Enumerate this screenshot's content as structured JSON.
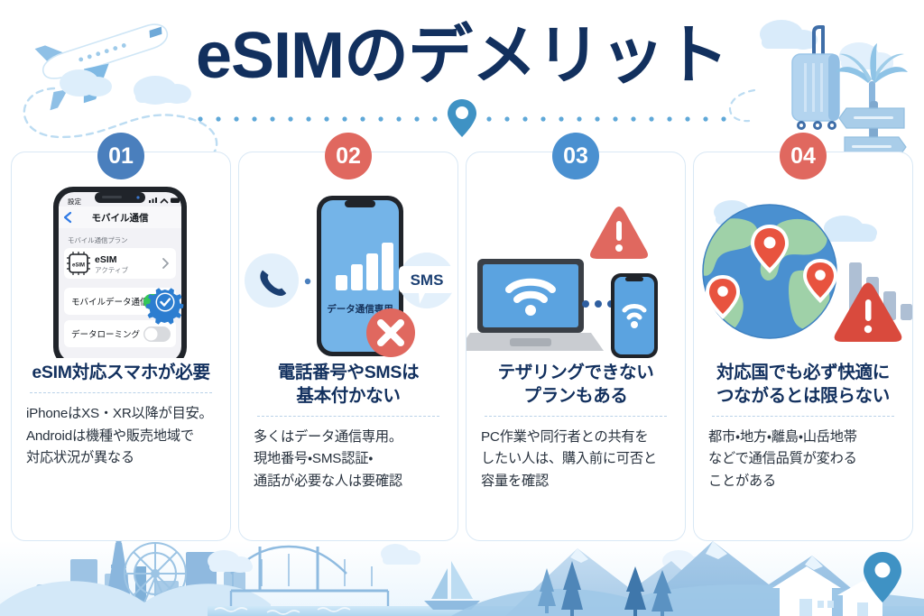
{
  "header": {
    "title": "eSIMのデメリット",
    "title_color": "#12305e",
    "pin_icon": "map-pin-icon",
    "plane_icon": "airplane-icon",
    "suitcase_icon": "suitcase-icon",
    "palm_icon": "palm-tree-icon",
    "signpost_icon": "signpost-icon",
    "cloud_icon": "cloud-icon"
  },
  "cards": [
    {
      "number": "01",
      "badge_color": "#4a7fbd",
      "headline_lines": [
        "eSIM対応スマホが必要"
      ],
      "body_lines": [
        "iPhoneはXS・XR以降が目安。",
        "Androidは機種や販売地域で",
        "対応状況が異なる"
      ],
      "art": {
        "icons": [
          "smartphone-icon",
          "gear-check-icon",
          "toggle-on-icon",
          "toggle-off-icon",
          "esim-chip-icon",
          "back-chevron-icon",
          "chevron-right-icon",
          "signal-bars-icon",
          "wifi-icon",
          "battery-icon"
        ],
        "phone_status_label": "設定",
        "phone_nav_title": "モバイル通信",
        "phone_section_label": "モバイル通信プラン",
        "phone_plan_chip": "eSIM",
        "phone_plan_name": "eSIM",
        "phone_plan_status": "アクティブ",
        "phone_row1": "モバイルデータ通信",
        "phone_row1_toggle": "on",
        "phone_row2": "データローミング",
        "phone_row2_toggle": "off",
        "toggle_on_color": "#34c759",
        "toggle_off_color": "#d8dade"
      }
    },
    {
      "number": "02",
      "badge_color": "#e0685f",
      "headline_lines": [
        "電話番号やSMSは",
        "基本付かない"
      ],
      "body_lines": [
        "多くはデータ通信専用。",
        "現地番号・SMS認証・",
        "通話が必要な人は要確認"
      ],
      "art": {
        "icons": [
          "phone-handset-icon",
          "smartphone-icon",
          "signal-bars-icon",
          "sms-bubble-icon",
          "x-mark-icon"
        ],
        "phone_screen_label": "データ通信専用",
        "sms_label": "SMS",
        "screen_color": "#74b4e8",
        "x_color": "#e0685f"
      }
    },
    {
      "number": "03",
      "badge_color": "#4a90d0",
      "headline_lines": [
        "テザリングできない",
        "プランもある"
      ],
      "body_lines": [
        "PC作業や同行者との共有を",
        "したい人は、購入前に可否と",
        "容量を確認"
      ],
      "art": {
        "icons": [
          "laptop-icon",
          "wifi-icon",
          "smartphone-icon",
          "warning-triangle-icon",
          "dotted-connection-icon"
        ],
        "screen_color": "#5ba3e0",
        "warning_color": "#e0685f"
      }
    },
    {
      "number": "04",
      "badge_color": "#e0685f",
      "headline_lines": [
        "対応国でも必ず快適に",
        "つながるとは限らない"
      ],
      "body_lines": [
        "都市・地方・離島・山岳地帯",
        "などで通信品質が変わる",
        "ことがある"
      ],
      "art": {
        "icons": [
          "globe-icon",
          "map-pin-icon",
          "signal-bars-icon",
          "warning-triangle-icon",
          "cloud-icon"
        ],
        "globe_ocean_color": "#4a90d0",
        "globe_land_color": "#9fd1a8",
        "pin_color": "#e8533f",
        "warning_color": "#d94a3d"
      }
    }
  ],
  "footer": {
    "icons": [
      "city-skyline-icon",
      "ferris-wheel-icon",
      "tower-icon",
      "bridge-icon",
      "sailboat-icon",
      "mountain-icon",
      "pine-tree-icon",
      "house-icon",
      "cloud-icon",
      "map-pin-icon"
    ],
    "water_color": "#bcddf2",
    "mountain_color": "#9cc4e4"
  }
}
